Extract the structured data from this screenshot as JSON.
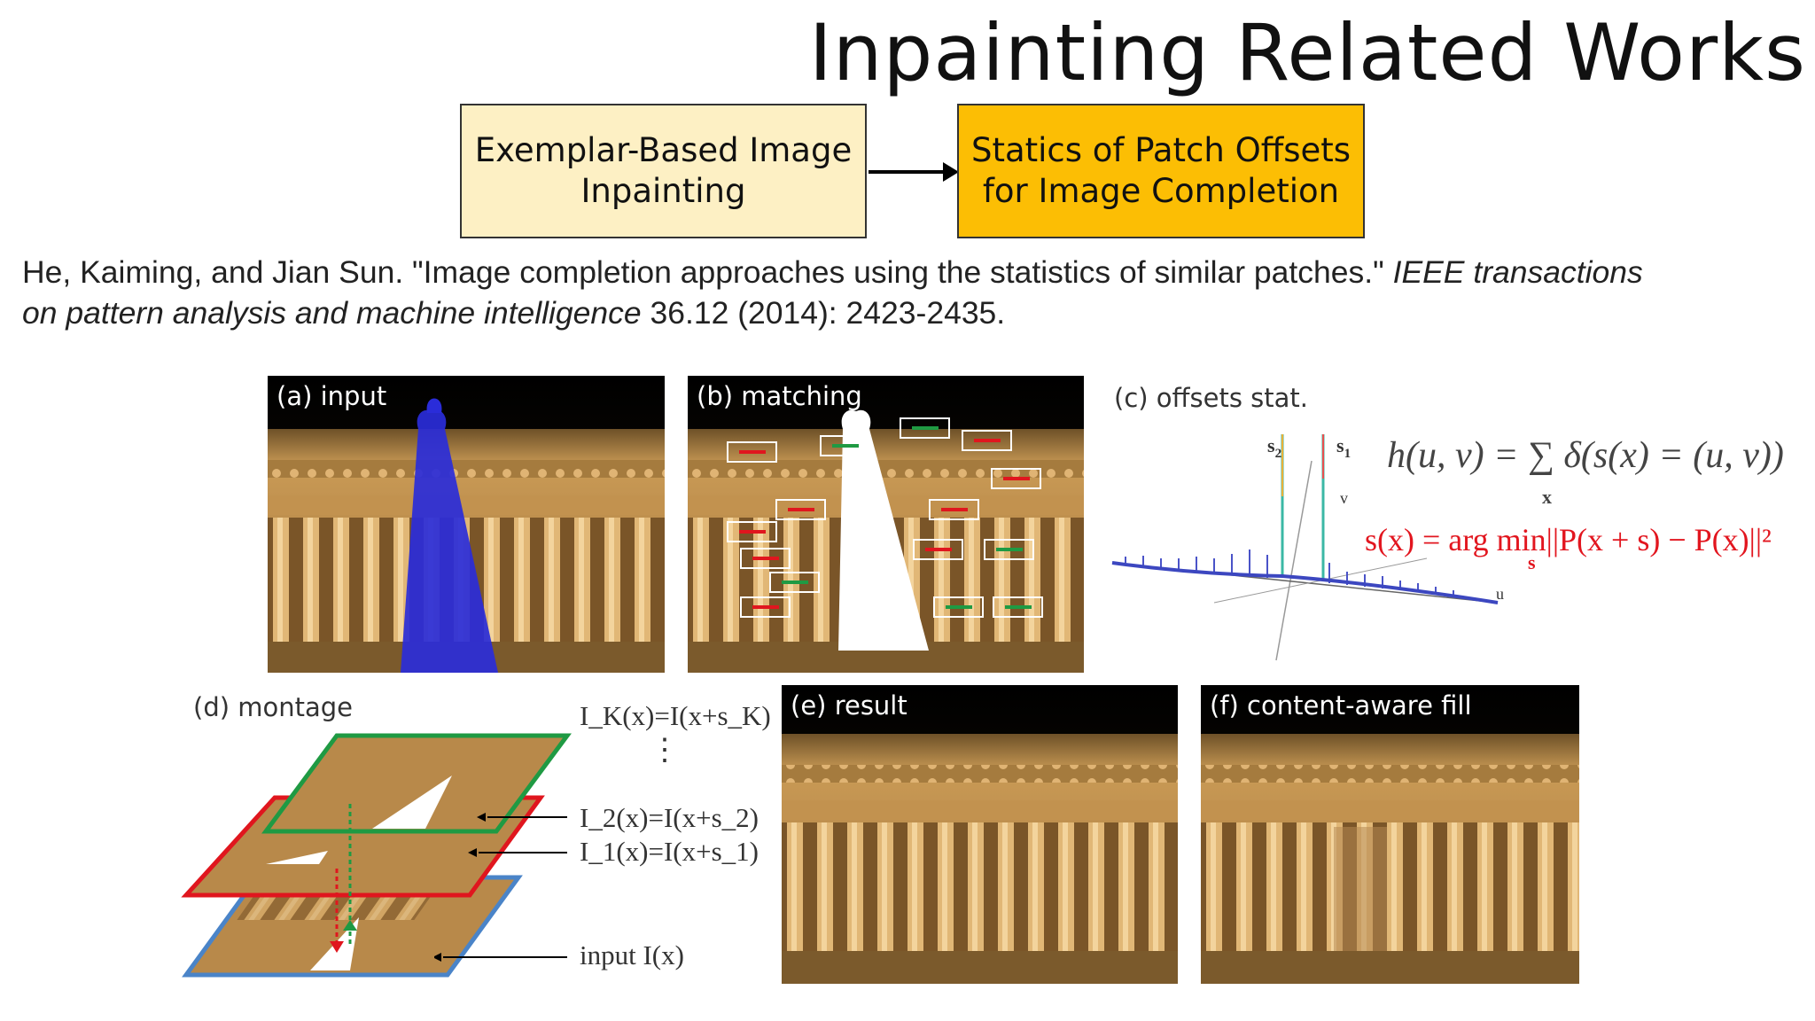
{
  "title": "Inpainting Related Works",
  "flow": {
    "box1_line1": "Exemplar-Based Image",
    "box1_line2": "Inpainting",
    "box2_line1": "Statics of Patch Offsets",
    "box2_line2": "for Image Completion"
  },
  "citation": {
    "authors_title": "He, Kaiming, and Jian Sun. \"Image completion approaches using the statistics of similar patches.\" ",
    "journal_line1": "IEEE transactions",
    "journal_line2": "on pattern analysis and machine intelligence",
    "details": " 36.12 (2014): 2423-2435."
  },
  "figure": {
    "panel_a": "(a) input",
    "panel_b": "(b) matching",
    "panel_c": "(c) offsets stat.",
    "panel_d": "(d) montage",
    "panel_e": "(e) result",
    "panel_f": "(f) content-aware fill",
    "axis_s2": "s",
    "axis_s2_sub": "2",
    "axis_s1": "s",
    "axis_s1_sub": "1",
    "axis_v": "v",
    "axis_u": "u",
    "formula_h": "h(u, v) = ∑ δ(s(x) = (u, v))",
    "formula_h_sub": "x",
    "formula_s": "s(x) = arg min||P(x + s) − P(x)||²",
    "formula_s_sub": "s",
    "montage_labels": {
      "ik": "I_K(x)=I(x+s_K)",
      "i2": "I_2(x)=I(x+s_2)",
      "i1": "I_1(x)=I(x+s_1)",
      "input": "input I(x)"
    }
  },
  "colors": {
    "box1": "#fdf0c4",
    "box2": "#fcbe04",
    "formula_red": "#e2161f",
    "mask_blue": "#2a2cd9",
    "green_frame": "#1f9a43",
    "red_frame": "#e0161e",
    "blue_frame": "#4a84c8"
  }
}
